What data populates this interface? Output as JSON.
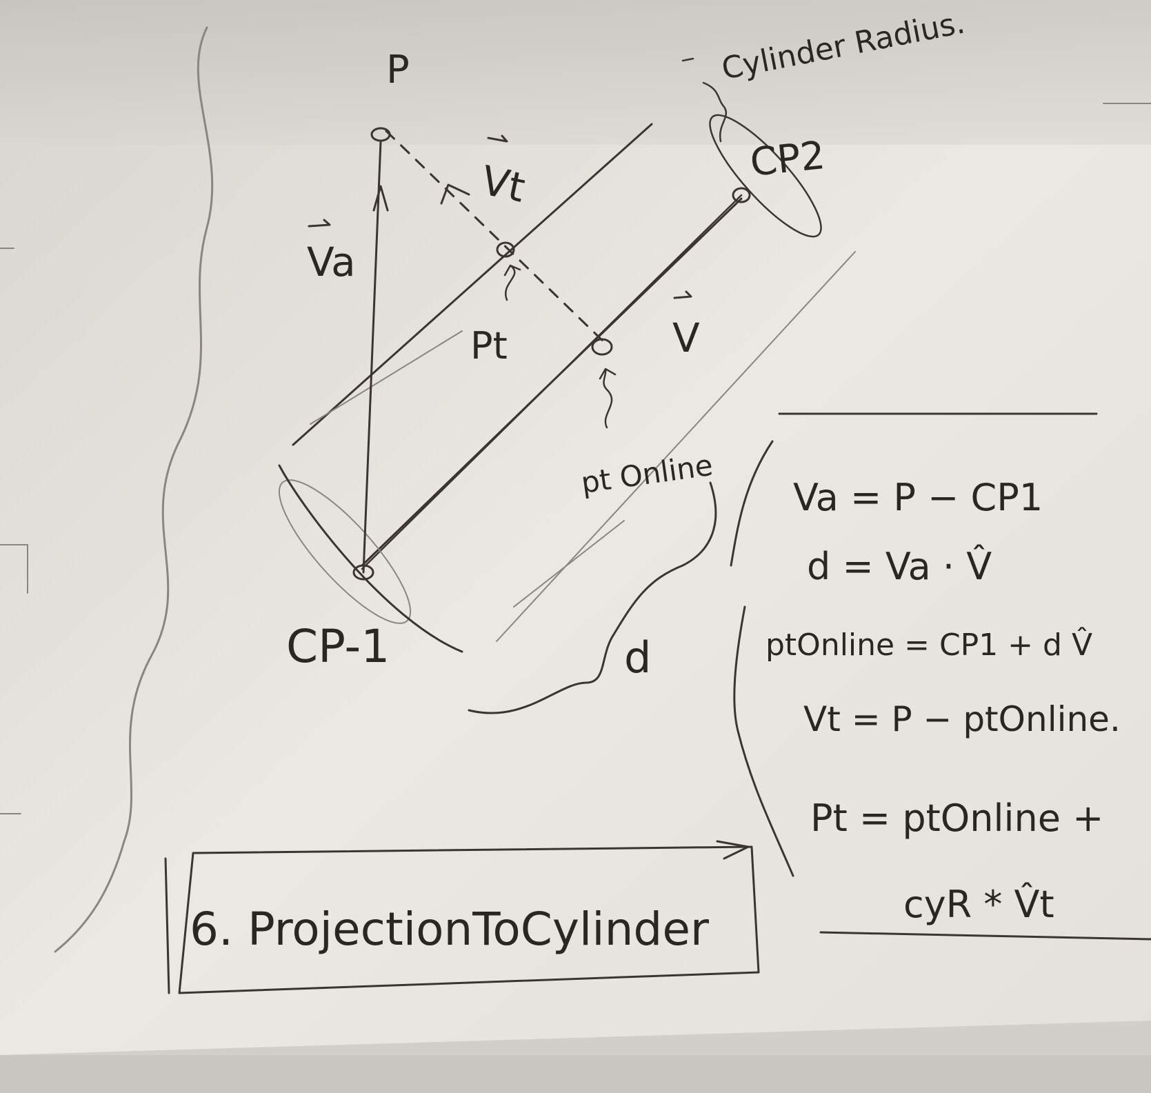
{
  "diagram": {
    "labels": {
      "p": "P",
      "cp2": "CP2",
      "cp1": "CP-1",
      "radius": "Cylinder Radius.",
      "va": "Va",
      "vt": "Vt",
      "pt": "Pt",
      "v": "V",
      "ptonline": "pt Online",
      "d": "d"
    },
    "equations": [
      "Va = P − CP1",
      "d = Va · V̂",
      "ptOnline = CP1 + d V̂",
      "Vt = P − ptOnline.",
      "Pt = ptOnline +",
      "cyR * V̂t"
    ],
    "title": "6. ProjectionToCylinder"
  },
  "colors": {
    "paper": "#e9e6e1",
    "shadow": "#cfcbc5",
    "ink": "#3a3530",
    "pencil": "#8a8580"
  }
}
